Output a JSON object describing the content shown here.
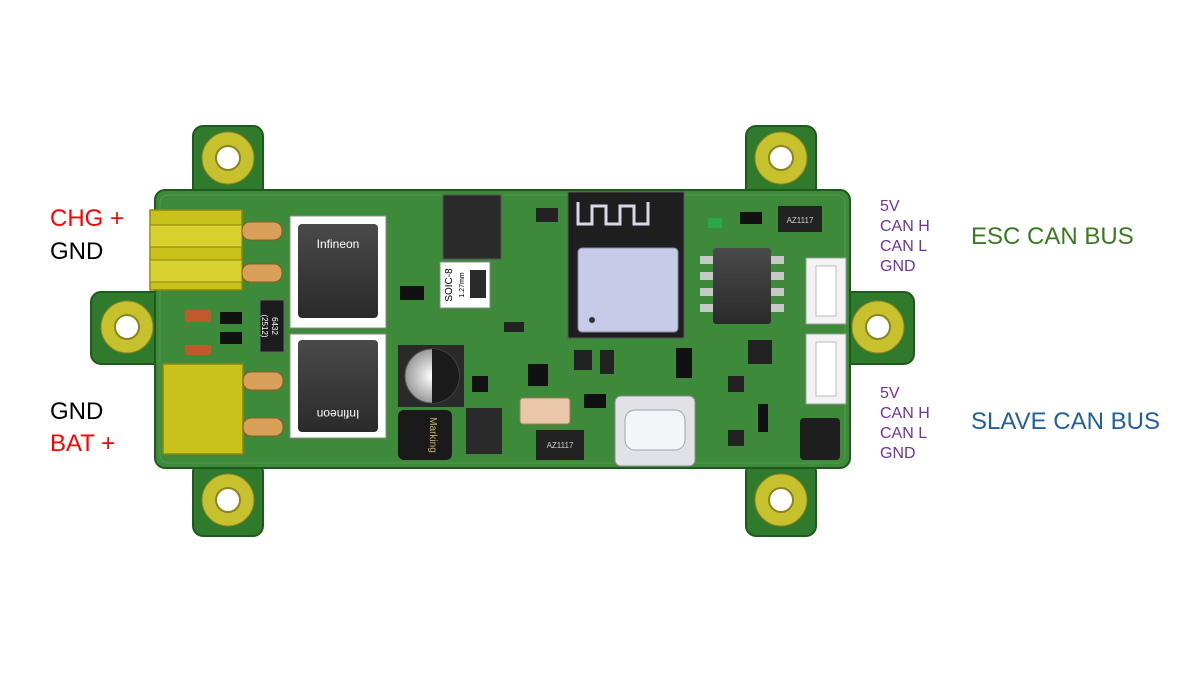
{
  "left_labels": {
    "chg_plus": "CHG +",
    "gnd_top": "GND",
    "gnd_bottom": "GND",
    "bat_plus": "BAT +"
  },
  "esc_pins": [
    "5V",
    "CAN H",
    "CAN L",
    "GND"
  ],
  "slave_pins": [
    "5V",
    "CAN H",
    "CAN L",
    "GND"
  ],
  "esc_bus_label": "ESC CAN BUS",
  "slave_bus_label": "SLAVE CAN BUS",
  "board_text": {
    "mosfet_top": "Infineon",
    "mosfet_bottom": "Infineon",
    "shunt_code": "6432",
    "shunt_size": "(2512)",
    "soic": "SOIC-8",
    "soic_pitch": "1.27mm",
    "marking": "Marking",
    "regulator_1": "AZ1117",
    "regulator_2": "AZ1117"
  },
  "colors": {
    "pcb": "#3d8a3a",
    "pcb_edge": "#2c6b2a",
    "connector": "#c9c21a",
    "red_label": "#ff0000",
    "pin_label": "#7030a0",
    "esc_bus": "#3a7a1f",
    "slave_bus": "#1f5fa0"
  }
}
